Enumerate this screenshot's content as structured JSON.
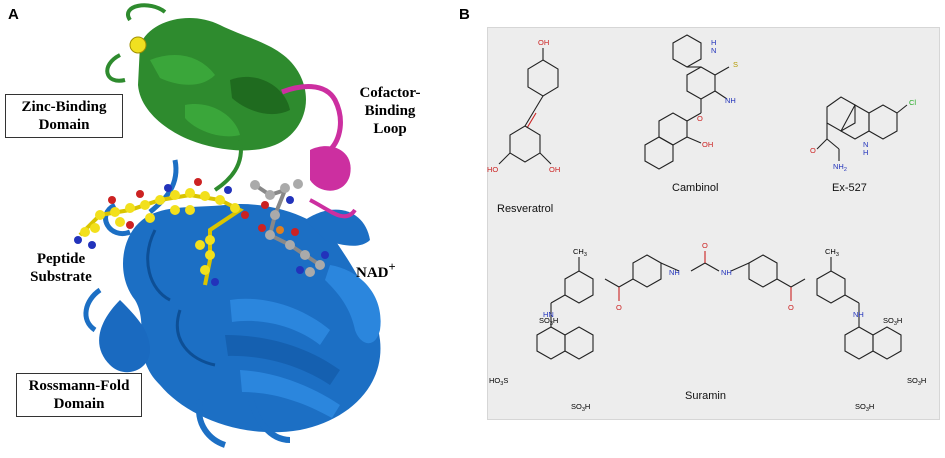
{
  "panel_a": {
    "letter": "A",
    "zinc_label": [
      "Zinc-Binding",
      "Domain"
    ],
    "cofactor_label": [
      "Cofactor-",
      "Binding",
      "Loop"
    ],
    "peptide_label": [
      "Peptide",
      "Substrate"
    ],
    "nad_label": "NAD",
    "nad_sup": "+",
    "rossmann_label": [
      "Rossmann-Fold",
      "Domain"
    ]
  },
  "panel_b": {
    "letter": "B",
    "molecules": {
      "resveratrol": "Resveratrol",
      "cambinol": "Cambinol",
      "ex527": "Ex-527",
      "suramin": "Suramin"
    },
    "atoms": {
      "oh": "OH",
      "ho": "HO",
      "h": "H",
      "n": "N",
      "nh": "NH",
      "hn": "HN",
      "s": "S",
      "o": "O",
      "cl": "Cl",
      "nh2": "NH",
      "nh2_sub": "2",
      "ch3": "CH",
      "ch3_sub": "3",
      "so3h": "SO",
      "so3h_sub": "3",
      "so3h_h": "H",
      "ho3s_ho": "HO",
      "ho3s_s": "S"
    }
  },
  "colors": {
    "helix_green": "#2e8b2e",
    "helix_magenta": "#cc2fa0",
    "helix_blue": "#1c6fc4",
    "peptide_yellow": "#f2e01c",
    "atom_red": "#cc2222",
    "atom_blue": "#2233bb",
    "panel_gray": "#ededed"
  }
}
